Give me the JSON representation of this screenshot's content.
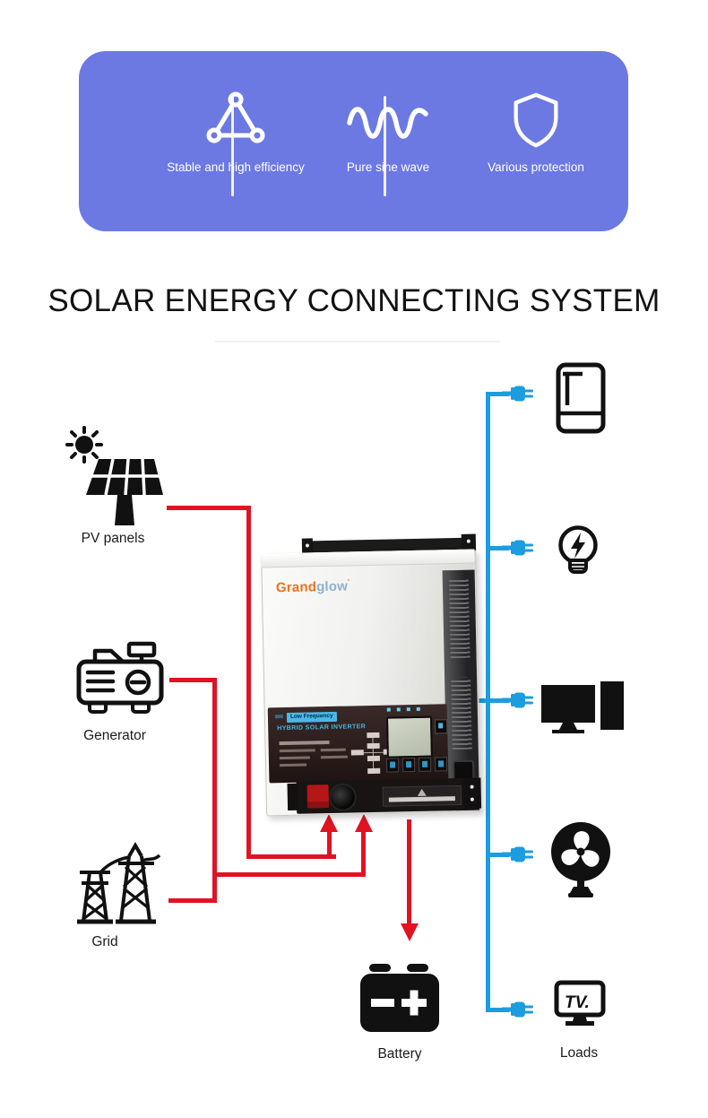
{
  "colors": {
    "banner_bg": "#6C79E3",
    "line_red": "#E01323",
    "line_blue": "#1B9DE0",
    "icon_black": "#111111",
    "brand_orange": "#E8731F",
    "brand_gray_blue": "#8FB0CF",
    "panel_accent": "#49B8E8"
  },
  "banner": {
    "features": [
      {
        "icon": "triangle-network-icon",
        "label": "Stable and high efficiency"
      },
      {
        "icon": "sine-wave-icon",
        "label": "Pure sine wave"
      },
      {
        "icon": "shield-icon",
        "label": "Various protection"
      }
    ]
  },
  "title": "SOLAR ENERGY CONNECTING SYSTEM",
  "diagram": {
    "sources": [
      {
        "icon": "pv-panels-icon",
        "label": "PV panels"
      },
      {
        "icon": "generator-icon",
        "label": "Generator"
      },
      {
        "icon": "power-grid-icon",
        "label": "Grid"
      }
    ],
    "inverter": {
      "brand_first": "Grand",
      "brand_second": "glow",
      "brand_mark": "'",
      "badge": "Low Frequency",
      "panel_title": "HYBRID SOLAR INVERTER"
    },
    "battery": {
      "icon": "battery-icon",
      "label": "Battery"
    },
    "loads": {
      "label": "Loads",
      "items": [
        {
          "icon": "refrigerator-icon"
        },
        {
          "icon": "light-bulb-icon"
        },
        {
          "icon": "desktop-computer-icon"
        },
        {
          "icon": "fan-icon"
        },
        {
          "icon": "tv-icon"
        }
      ]
    },
    "tv_text": "TV."
  }
}
